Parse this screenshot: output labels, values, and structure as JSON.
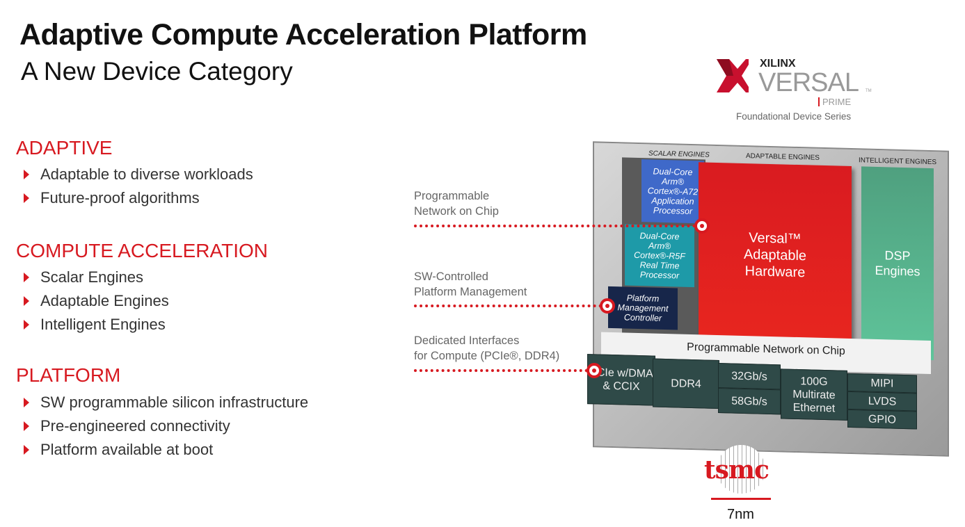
{
  "title": "Adaptive Compute Acceleration Platform",
  "subtitle": "A New Device Category",
  "sections": [
    {
      "heading": "ADAPTIVE",
      "bullets": [
        "Adaptable to diverse workloads",
        "Future-proof algorithms"
      ]
    },
    {
      "heading": "COMPUTE ACCELERATION",
      "bullets": [
        "Scalar Engines",
        "Adaptable Engines",
        "Intelligent Engines"
      ]
    },
    {
      "heading": "PLATFORM",
      "bullets": [
        "SW programmable silicon infrastructure",
        "Pre-engineered connectivity",
        "Platform available at boot"
      ]
    }
  ],
  "logo": {
    "brand": "XILINX",
    "product": "VERSAL",
    "tm": "TM",
    "tier": "PRIME",
    "series": "Foundational Device Series"
  },
  "callouts": [
    {
      "line1": "Programmable",
      "line2": "Network on Chip"
    },
    {
      "line1": "SW-Controlled",
      "line2": "Platform Management"
    },
    {
      "line1": "Dedicated Interfaces",
      "line2": "for Compute (PCIe®, DDR4)"
    }
  ],
  "chip": {
    "headers": {
      "scalar": "SCALAR ENGINES",
      "adaptable": "ADAPTABLE ENGINES",
      "intelligent": "INTELLIGENT ENGINES"
    },
    "a72": "Dual-Core Arm® Cortex®-A72 Application Processor",
    "r5f": "Dual-Core Arm® Cortex®-R5F Real Time Processor",
    "pmc": "Platform Management Controller",
    "fabric": "Versal™ Adaptable Hardware",
    "dsp": "DSP Engines",
    "noc": "Programmable Network on Chip",
    "io": {
      "pcie": "PCIe w/DMA & CCIX",
      "ddr": "DDR4",
      "serdes1": "32Gb/s",
      "serdes2": "58Gb/s",
      "eth": "100G Multirate Ethernet",
      "mipi": "MIPI",
      "lvds": "LVDS",
      "gpio": "GPIO"
    }
  },
  "foundry": {
    "name": "tsmc",
    "node": "7nm"
  },
  "colors": {
    "accent": "#d71920"
  }
}
